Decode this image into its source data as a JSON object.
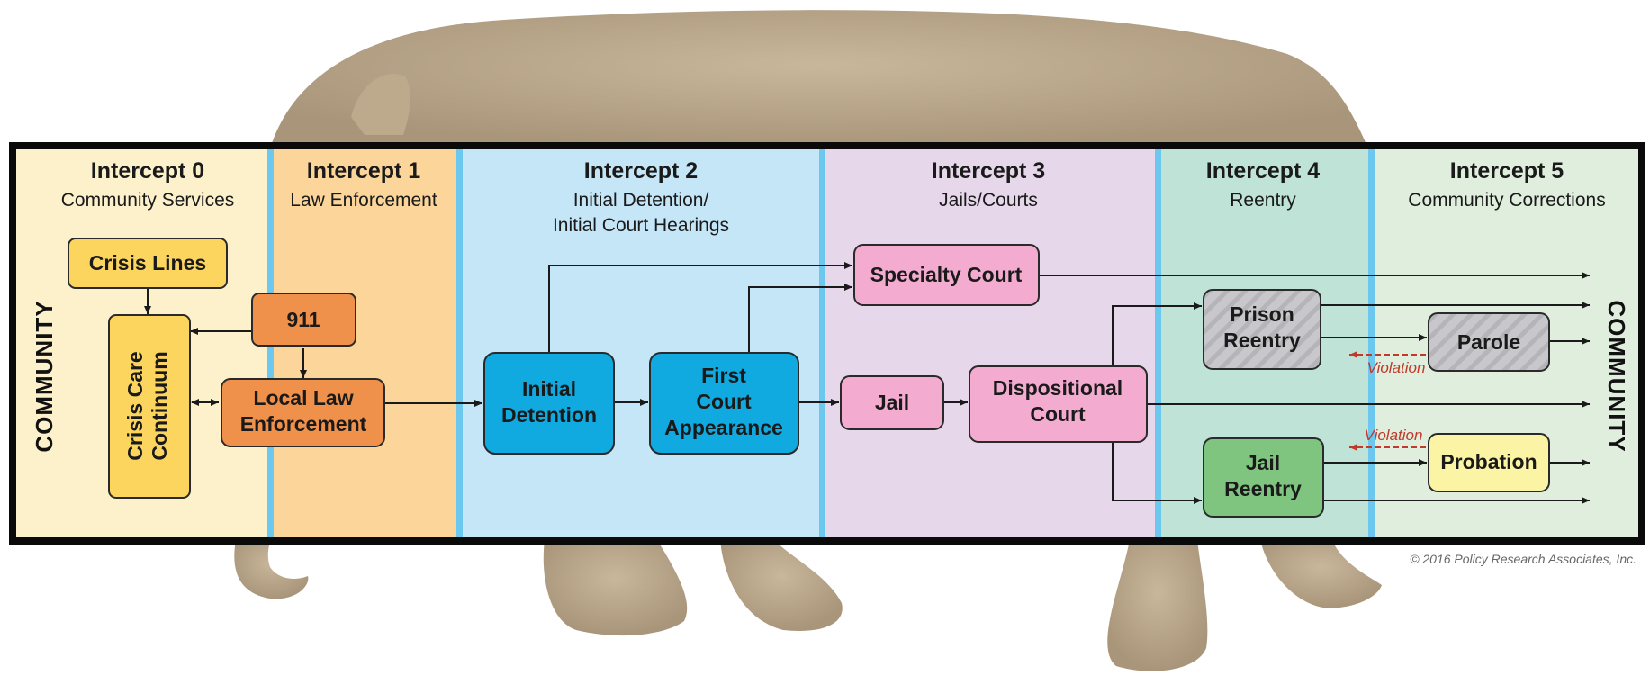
{
  "colors": {
    "intercept0_bg": "#fdf1cc",
    "intercept1_bg": "#fbd59a",
    "intercept2_bg": "#c5e6f6",
    "intercept3_bg": "#e7d7ea",
    "intercept4_bg": "#bfe3d6",
    "intercept5_bg": "#e0efdd",
    "divider": "#6cc8ee",
    "frame": "#0a0a0a",
    "yellow_box": "#fcd55f",
    "orange_box": "#f0914b",
    "blue_box": "#10a9e0",
    "pink_box": "#f3acd0",
    "gray_box": "#c8c8cc",
    "green_box": "#7fc580",
    "lightyellow_box": "#fbf4a4",
    "violation": "#c0392b",
    "elephant": "#b7a48a"
  },
  "intercepts": [
    {
      "title": "Intercept 0",
      "subtitle": [
        "Community Services"
      ]
    },
    {
      "title": "Intercept 1",
      "subtitle": [
        "Law Enforcement"
      ]
    },
    {
      "title": "Intercept 2",
      "subtitle": [
        "Initial Detention/",
        "Initial Court Hearings"
      ]
    },
    {
      "title": "Intercept 3",
      "subtitle": [
        "Jails/Courts"
      ]
    },
    {
      "title": "Intercept 4",
      "subtitle": [
        "Reentry"
      ]
    },
    {
      "title": "Intercept 5",
      "subtitle": [
        "Community Corrections"
      ]
    }
  ],
  "side_labels": {
    "left": "COMMUNITY",
    "right": "COMMUNITY"
  },
  "nodes": {
    "crisis_lines": "Crisis Lines",
    "nine_one_one": "911",
    "crisis_care": [
      "Crisis Care",
      "Continuum"
    ],
    "local_law": [
      "Local Law",
      "Enforcement"
    ],
    "initial_detention": [
      "Initial",
      "Detention"
    ],
    "first_court": [
      "First",
      "Court",
      "Appearance"
    ],
    "specialty_court": "Specialty Court",
    "jail": "Jail",
    "dispositional_court": [
      "Dispositional",
      "Court"
    ],
    "prison_reentry": [
      "Prison",
      "Reentry"
    ],
    "jail_reentry": [
      "Jail",
      "Reentry"
    ],
    "parole": "Parole",
    "probation": "Probation"
  },
  "violation_label": "Violation",
  "copyright": "© 2016 Policy Research Associates, Inc."
}
